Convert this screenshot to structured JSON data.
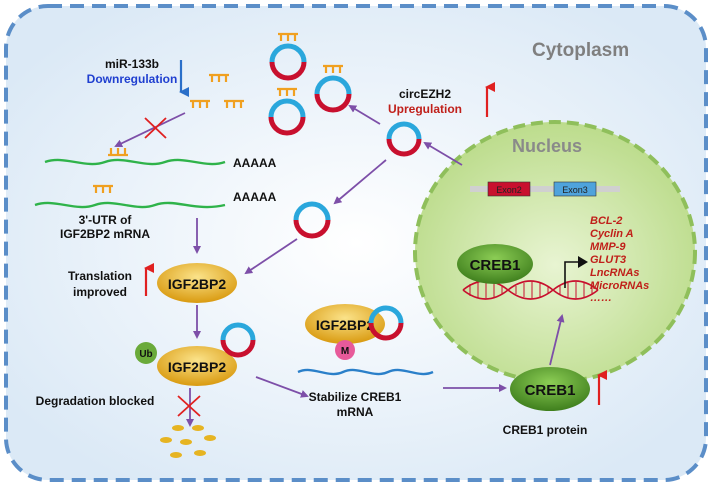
{
  "compartments": {
    "cytoplasm": "Cytoplasm",
    "nucleus": "Nucleus"
  },
  "mirna": {
    "name": "miR-133b",
    "change": "Downregulation"
  },
  "circrna": {
    "name": "circEZH2",
    "change": "Upregulation"
  },
  "mrna": {
    "polyA_top": "AAAAA",
    "polyA_bottom": "AAAAA",
    "utr_label_line1": "3'-UTR of",
    "utr_label_line2": "IGF2BP2 mRNA"
  },
  "translation": {
    "line1": "Translation",
    "line2": "improved"
  },
  "proteins": {
    "igf2bp2_a": "IGF2BP2",
    "igf2bp2_b": "IGF2BP2",
    "igf2bp2_c": "IGF2BP2",
    "creb1_nucleus": "CREB1",
    "creb1_cytoplasm": "CREB1"
  },
  "modifications": {
    "ubiquitin": "Ub",
    "methyl": "M"
  },
  "degradation": "Degradation blocked",
  "stabilize": {
    "line1": "Stabilize CREB1",
    "line2": "mRNA"
  },
  "creb1_protein_label": "CREB1 protein",
  "exons": {
    "exon2": "Exon2",
    "exon3": "Exon3"
  },
  "targets": [
    "BCL-2",
    "Cyclin A",
    "MMP-9",
    "GLUT3",
    "LncRNAs",
    "MicroRNAs",
    "……"
  ],
  "colors": {
    "cell_border": "#5b8ec8",
    "nucleus_fill": "#c9e3a0",
    "nucleus_border": "#8fbf5b",
    "protein_gold": "#e6b422",
    "creb1_green": "#5a9e2f",
    "mrna_green": "#2fb34a",
    "mirna_orange": "#f0a020",
    "circ_blue": "#2aa7dc",
    "circ_red": "#c8102e",
    "arrow_purple": "#7d4fa8",
    "arrow_red": "#e02020",
    "arrow_blue": "#2a6fc9",
    "label_blue": "#1f3fd0",
    "label_red": "#c0201a",
    "target_red": "#c0201a",
    "methyl_pink": "#e75a9a",
    "ub_green": "#6aaa3a"
  }
}
